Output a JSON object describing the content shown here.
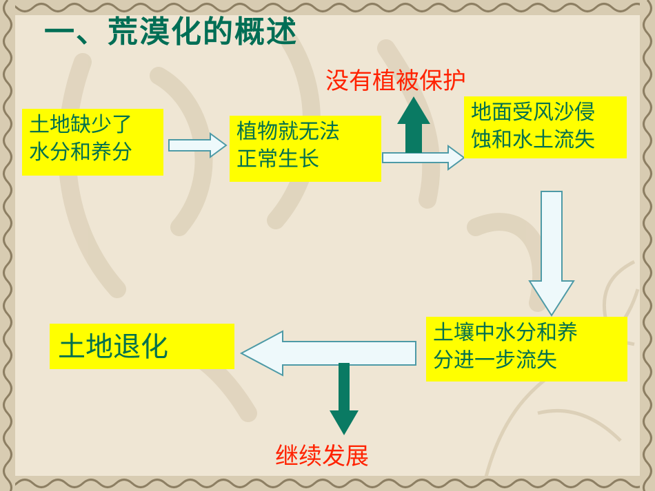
{
  "slide": {
    "title": "一、荒漠化的概述",
    "colors": {
      "title": "#006e55",
      "box_fill": "#ffff00",
      "box_text": "#00704e",
      "label_red": "#ff2200",
      "arrow_outline_fill": "#eef9fb",
      "arrow_outline_stroke": "#4d9aa6",
      "arrow_solid": "#0a7a63"
    },
    "boxes": {
      "box1": [
        "土地缺少了",
        "水分和养分"
      ],
      "box2": [
        "植物就无法",
        "正常生长"
      ],
      "box3": [
        "地面受风沙侵",
        "蚀和水土流失"
      ],
      "box4": [
        "土壤中水分和养",
        "分进一步流失"
      ],
      "box5": "土地退化"
    },
    "labels": {
      "top": "没有植被保护",
      "bottom": "继续发展"
    }
  }
}
